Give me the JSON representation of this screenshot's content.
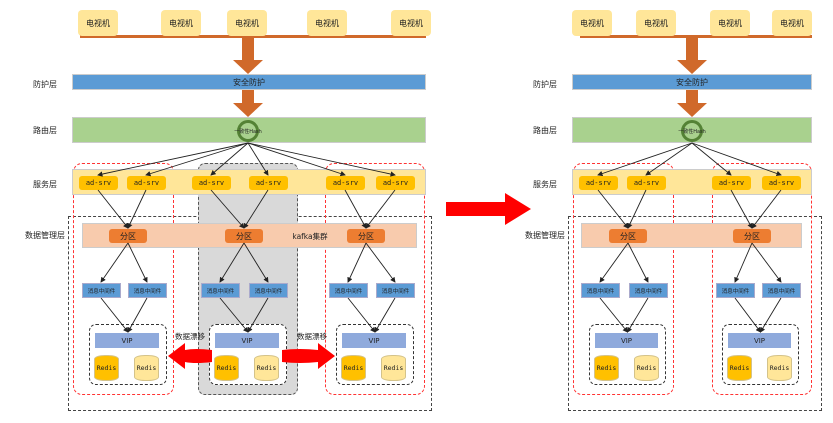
{
  "left": {
    "tvs": [
      "电视机",
      "电视机",
      "电视机",
      "电视机",
      "电视机"
    ],
    "layers": {
      "protection": "防护层",
      "routing": "路由层",
      "service": "服务层",
      "data": "数据管理层"
    },
    "security": "安全防护",
    "hash": "一致性Hash",
    "services": [
      "ad-srv",
      "ad-srv",
      "ad-srv",
      "ad-srv",
      "ad-srv",
      "ad-srv"
    ],
    "partitions": [
      "分区",
      "分区",
      "分区"
    ],
    "kafka": "kafka集群",
    "mq": [
      "消息中间件",
      "消息中间件",
      "消息中间件",
      "消息中间件",
      "消息中间件",
      "消息中间件"
    ],
    "vip": [
      "VIP",
      "VIP",
      "VIP"
    ],
    "redis": [
      "Redis",
      "Redis",
      "Redis",
      "Redis",
      "Redis",
      "Redis"
    ],
    "migration": [
      "数据漂移",
      "数据漂移"
    ]
  },
  "right": {
    "tvs": [
      "电视机",
      "电视机",
      "电视机",
      "电视机"
    ],
    "layers": {
      "protection": "防护层",
      "routing": "路由层",
      "service": "服务层",
      "data": "数据管理层"
    },
    "security": "安全防护",
    "hash": "一致性Hash",
    "services": [
      "ad-srv",
      "ad-srv",
      "ad-srv",
      "ad-srv"
    ],
    "partitions": [
      "分区",
      "分区"
    ],
    "mq": [
      "消息中间件",
      "消息中间件",
      "消息中间件",
      "消息中间件"
    ],
    "vip": [
      "VIP",
      "VIP"
    ],
    "redis": [
      "Redis",
      "Redis",
      "Redis",
      "Redis"
    ]
  },
  "colors": {
    "tv": "#ffe699",
    "arrow": "#d0692a",
    "security": "#5b9bd5",
    "routing": "#a9d18e",
    "service": "#ffe699",
    "kafka": "#f8cbad",
    "partition": "#ed7d31",
    "mq": "#5b9bd5",
    "vip": "#8faadc",
    "redis_primary": "#ffc000",
    "redis_replica": "#ffe699",
    "migration_arrow": "#ff0000"
  }
}
